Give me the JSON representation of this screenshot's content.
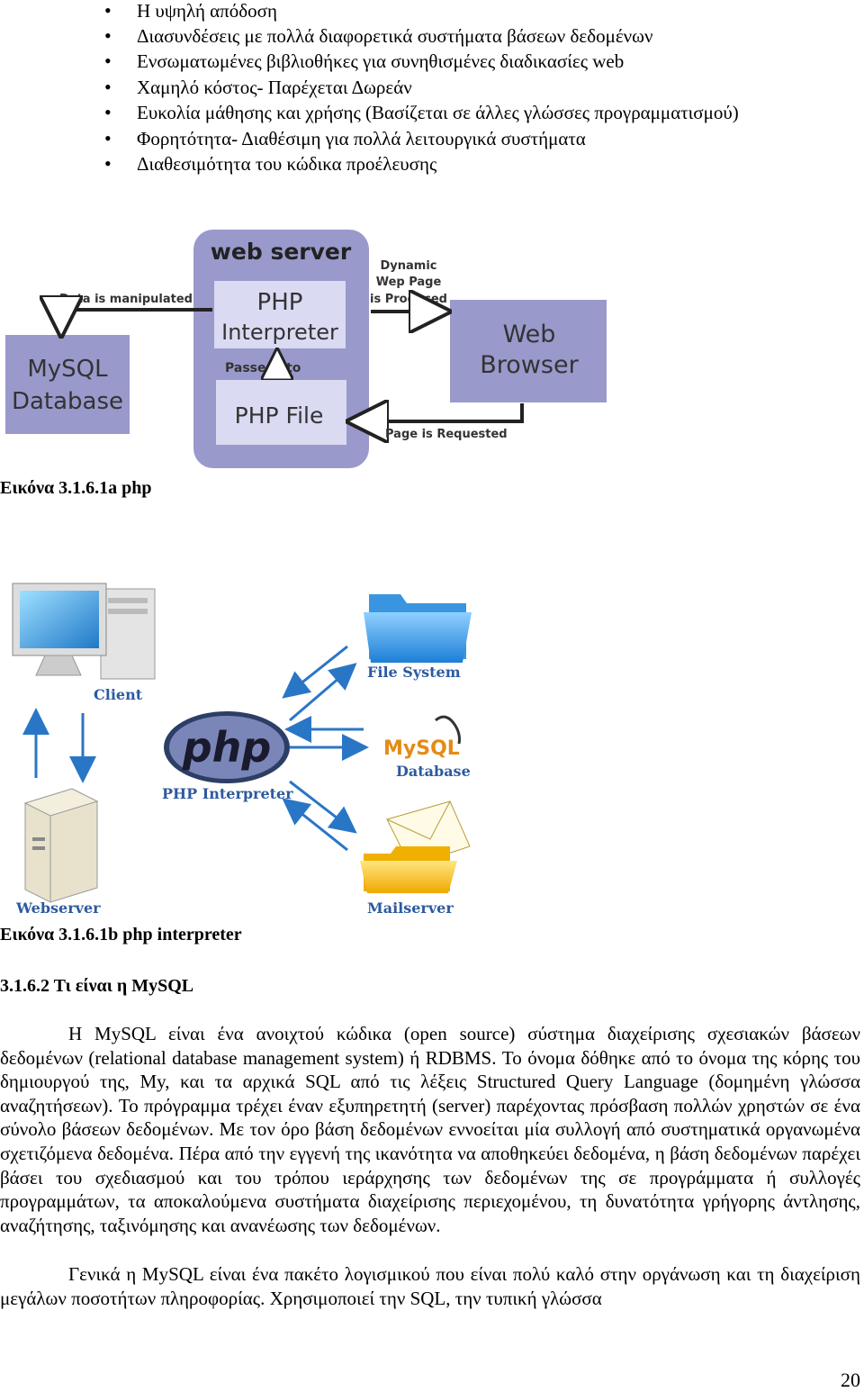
{
  "bullets": [
    "Η υψηλή απόδοση",
    "Διασυνδέσεις με πολλά διαφορετικά συστήματα βάσεων δεδομένων",
    "Ενσωματωμένες βιβλιοθήκες για συνηθισμένες διαδικασίες web",
    "Χαμηλό κόστος- Παρέχεται Δωρεάν",
    "Ευκολία μάθησης και χρήσης (Βασίζεται σε άλλες γλώσσες προγραμματισμού)",
    "Φορητότητα- Διαθέσιμη για πολλά λειτουργικά συστήματα",
    "Διαθεσιμότητα του κώδικα προέλευσης"
  ],
  "figure_a": {
    "web_server": "web server",
    "php_interpreter_1": "PHP",
    "php_interpreter_2": "Interpreter",
    "passed": "Passed",
    "to": "to",
    "php_file": "PHP File",
    "mysql_1": "MySQL",
    "mysql_2": "Database",
    "web_browser_1": "Web",
    "web_browser_2": "Browser",
    "data_manipulated": "Data is manipulated",
    "dynamic_1": "Dynamic",
    "dynamic_2": "Wep Page",
    "dynamic_3": "is Produced",
    "page_requested": "Page is Requested",
    "caption": "Εικόνα 3.1.6.1a  php"
  },
  "figure_b": {
    "client": "Client",
    "file_system": "File System",
    "php_logo": "php",
    "php_interpreter": "PHP Interpreter",
    "mysql_logo": "MySQL",
    "database": "Database",
    "webserver": "Webserver",
    "mailserver": "Mailserver",
    "caption": "Εικόνα 3.1.6.1b  php interpreter"
  },
  "section_heading": "3.1.6.2 Τι είναι η MySQL",
  "paragraphs": [
    "Η MySQL είναι ένα ανοιχτού κώδικα (open source) σύστημα διαχείρισης σχεσιακών βάσεων δεδομένων (relational database management system) ή RDBMS. Το όνομα δόθηκε από το όνομα της κόρης του δημιουργού της, My, και τα αρχικά SQL από τις λέξεις Structured Query Language (δομημένη γλώσσα αναζητήσεων). Το πρόγραμμα τρέχει έναν εξυπηρετητή (server) παρέχοντας πρόσβαση πολλών χρηστών σε ένα σύνολο βάσεων δεδομένων. Με τον όρο βάση δεδομένων εννοείται μία συλλογή από συστηματικά οργανωμένα σχετιζόμενα δεδομένα. Πέρα από την εγγενή της ικανότητα να αποθηκεύει δεδομένα, η βάση δεδομένων παρέχει βάσει του σχεδιασμού και του τρόπου ιεράρχησης των δεδομένων της σε προγράμματα ή συλλογές προγραμμάτων, τα αποκαλούμενα συστήματα διαχείρισης περιεχομένου, τη δυνατότητα γρήγορης άντλησης, αναζήτησης, ταξινόμησης και ανανέωσης των δεδομένων.",
    "Γενικά η MySQL είναι ένα πακέτο λογισμικού που είναι πολύ καλό στην οργάνωση και τη διαχείριση μεγάλων ποσοτήτων πληροφορίας. Χρησιμοποιεί την SQL, την τυπική γλώσσα"
  ],
  "page_number": "20",
  "colors": {
    "web_server_bg": "#9999cc",
    "box_bg": "#d9d9f2",
    "mysql_box": "#9999cc",
    "browser_box": "#9999cc",
    "arrow_blue": "#2a76c6",
    "label_blue": "#2c5aa0"
  }
}
